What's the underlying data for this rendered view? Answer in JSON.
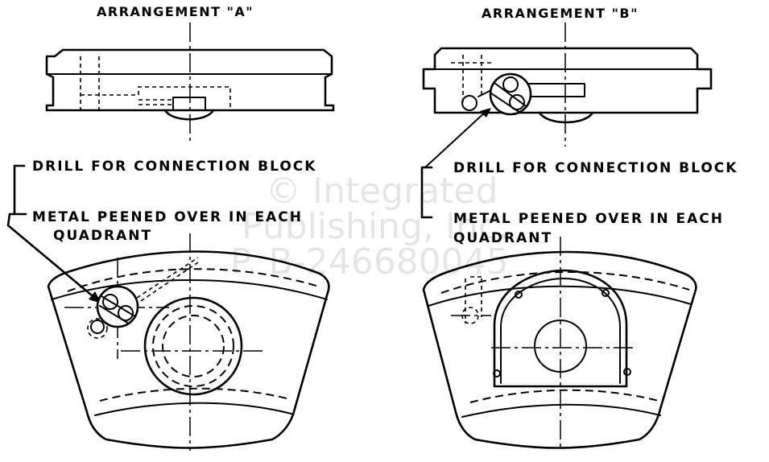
{
  "arrangement_a": {
    "title": "ARRANGEMENT \"A\"",
    "label_drill": "DRILL FOR CONNECTION BLOCK",
    "label_metal": "METAL PEENED OVER IN EACH",
    "label_quadrant": "QUADRANT"
  },
  "arrangement_b": {
    "title": "ARRANGEMENT \"B\"",
    "label_drill": "DRILL FOR CONNECTION BLOCK",
    "label_metal": "METAL PEENED OVER IN EACH",
    "label_quadrant": "QUADRANT"
  },
  "watermark": {
    "line1": "© Integrated",
    "line2": "Publishing, Inc.",
    "line3": "P. B-246680045"
  }
}
